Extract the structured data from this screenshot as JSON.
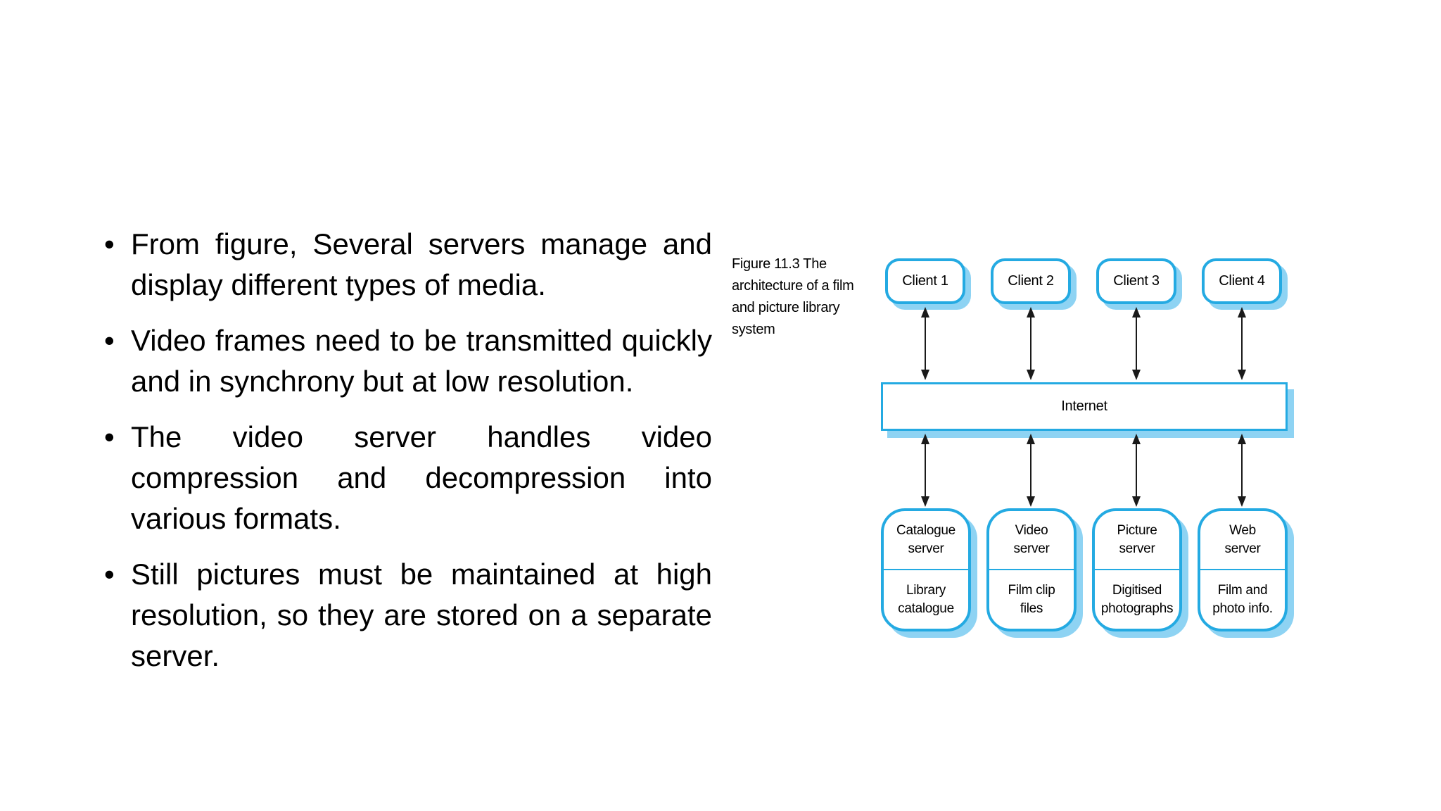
{
  "slide": {
    "bullets": [
      "From figure, Several servers manage and display different types of media.",
      "Video frames need to be transmitted quickly and in synchrony but at low resolution.",
      "The video server handles video compression and decompression into various formats.",
      "Still pictures must be maintained at high resolution, so they are stored on a separate server."
    ]
  },
  "figure": {
    "caption": "Figure 11.3 The\narchitecture of a film\nand picture library\nsystem",
    "clients": [
      "Client 1",
      "Client 2",
      "Client 3",
      "Client 4"
    ],
    "internet_label": "Internet",
    "servers": [
      {
        "name": "Catalogue\nserver",
        "contents": "Library\ncatalogue"
      },
      {
        "name": "Video\nserver",
        "contents": "Film clip\nfiles"
      },
      {
        "name": "Picture\nserver",
        "contents": "Digitised\nphotographs"
      },
      {
        "name": "Web\nserver",
        "contents": "Film and\nphoto info."
      }
    ]
  },
  "colors": {
    "accent": "#24aae2",
    "shadow": "#8ed3f3",
    "text": "#000000",
    "background": "#ffffff"
  }
}
